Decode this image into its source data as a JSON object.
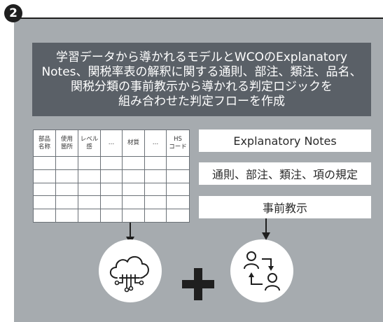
{
  "step_number": "2",
  "headline": {
    "lines": [
      "学習データから導かれるモデルとWCOのExplanatory",
      "Notes、関税率表の解釈に関する通則、部注、類注、品名、",
      "関税分類の事前教示から導かれる判定ロジックを",
      "組み合わせた判定フローを作成"
    ]
  },
  "table": {
    "headers": [
      [
        "部品",
        "名称"
      ],
      [
        "使用",
        "箇所"
      ],
      [
        "レベル",
        "感"
      ],
      [
        "…"
      ],
      [
        "材質"
      ],
      [
        "…"
      ],
      [
        "HS",
        "コード"
      ]
    ]
  },
  "boxes": [
    "Explanatory Notes",
    "通則、部注、類注、項の規定",
    "事前教示"
  ],
  "icons": {
    "left": "cloud-computing-icon",
    "operator": "plus-icon",
    "right": "user-exchange-icon"
  },
  "colors": {
    "panel": "#a6abaf",
    "headline_bg": "#5a6067",
    "badge": "#1f1f1f"
  }
}
